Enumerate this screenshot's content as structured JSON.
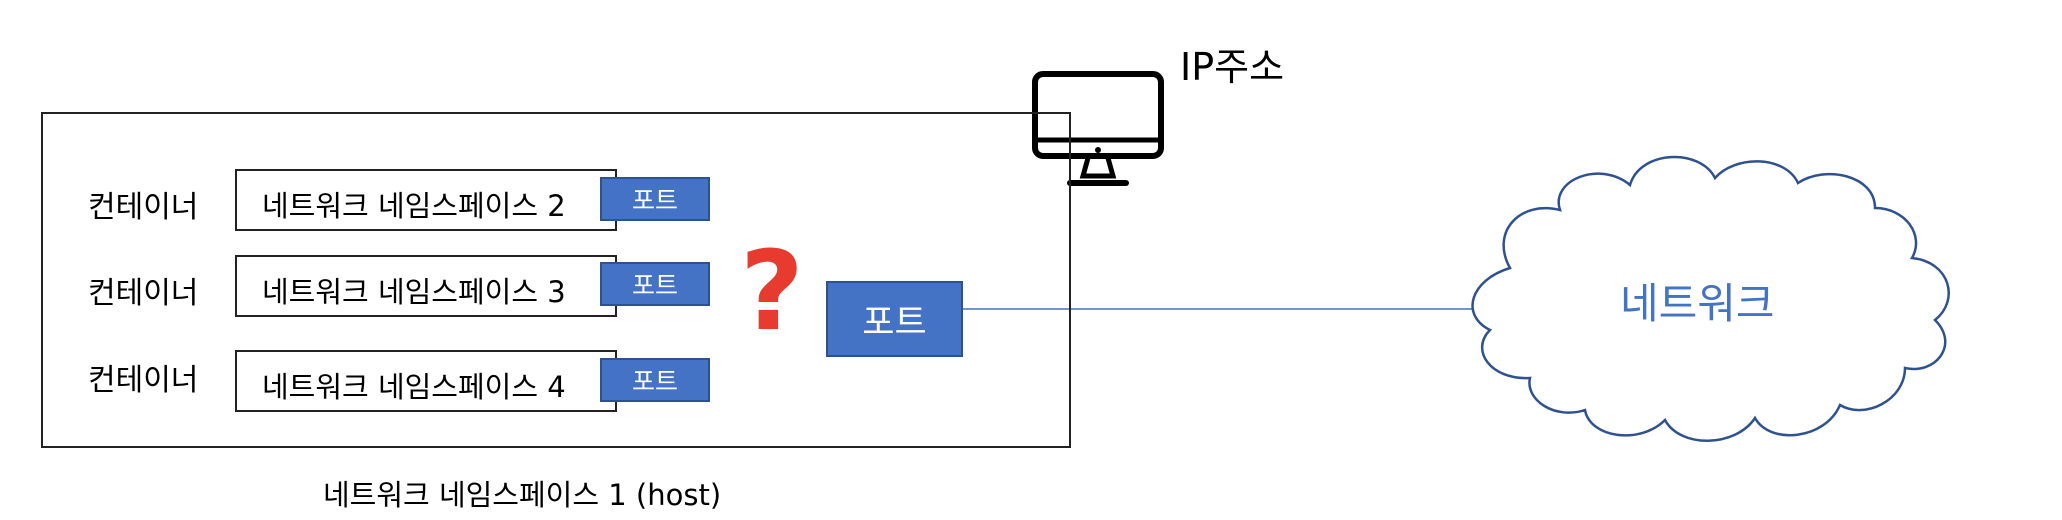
{
  "diagram": {
    "host_label": "네트워크 네임스페이스 1 (host)",
    "ip_label": "IP주소",
    "big_port_label": "포트",
    "question_mark": "?",
    "cloud_label": "네트워크",
    "rows": [
      {
        "container_label": "컨테이너",
        "namespace_label": "네트워크 네임스페이스 2",
        "port_label": "포트"
      },
      {
        "container_label": "컨테이너",
        "namespace_label": "네트워크 네임스페이스 3",
        "port_label": "포트"
      },
      {
        "container_label": "컨테이너",
        "namespace_label": "네트워크 네임스페이스 4",
        "port_label": "포트"
      }
    ],
    "colors": {
      "port_fill": "#4472c4",
      "port_border": "#2f528f",
      "question_mark": "#e63b2e",
      "cloud_text": "#4472c4",
      "cloud_outline": "#2f528f",
      "link_line": "#4472c4"
    }
  }
}
